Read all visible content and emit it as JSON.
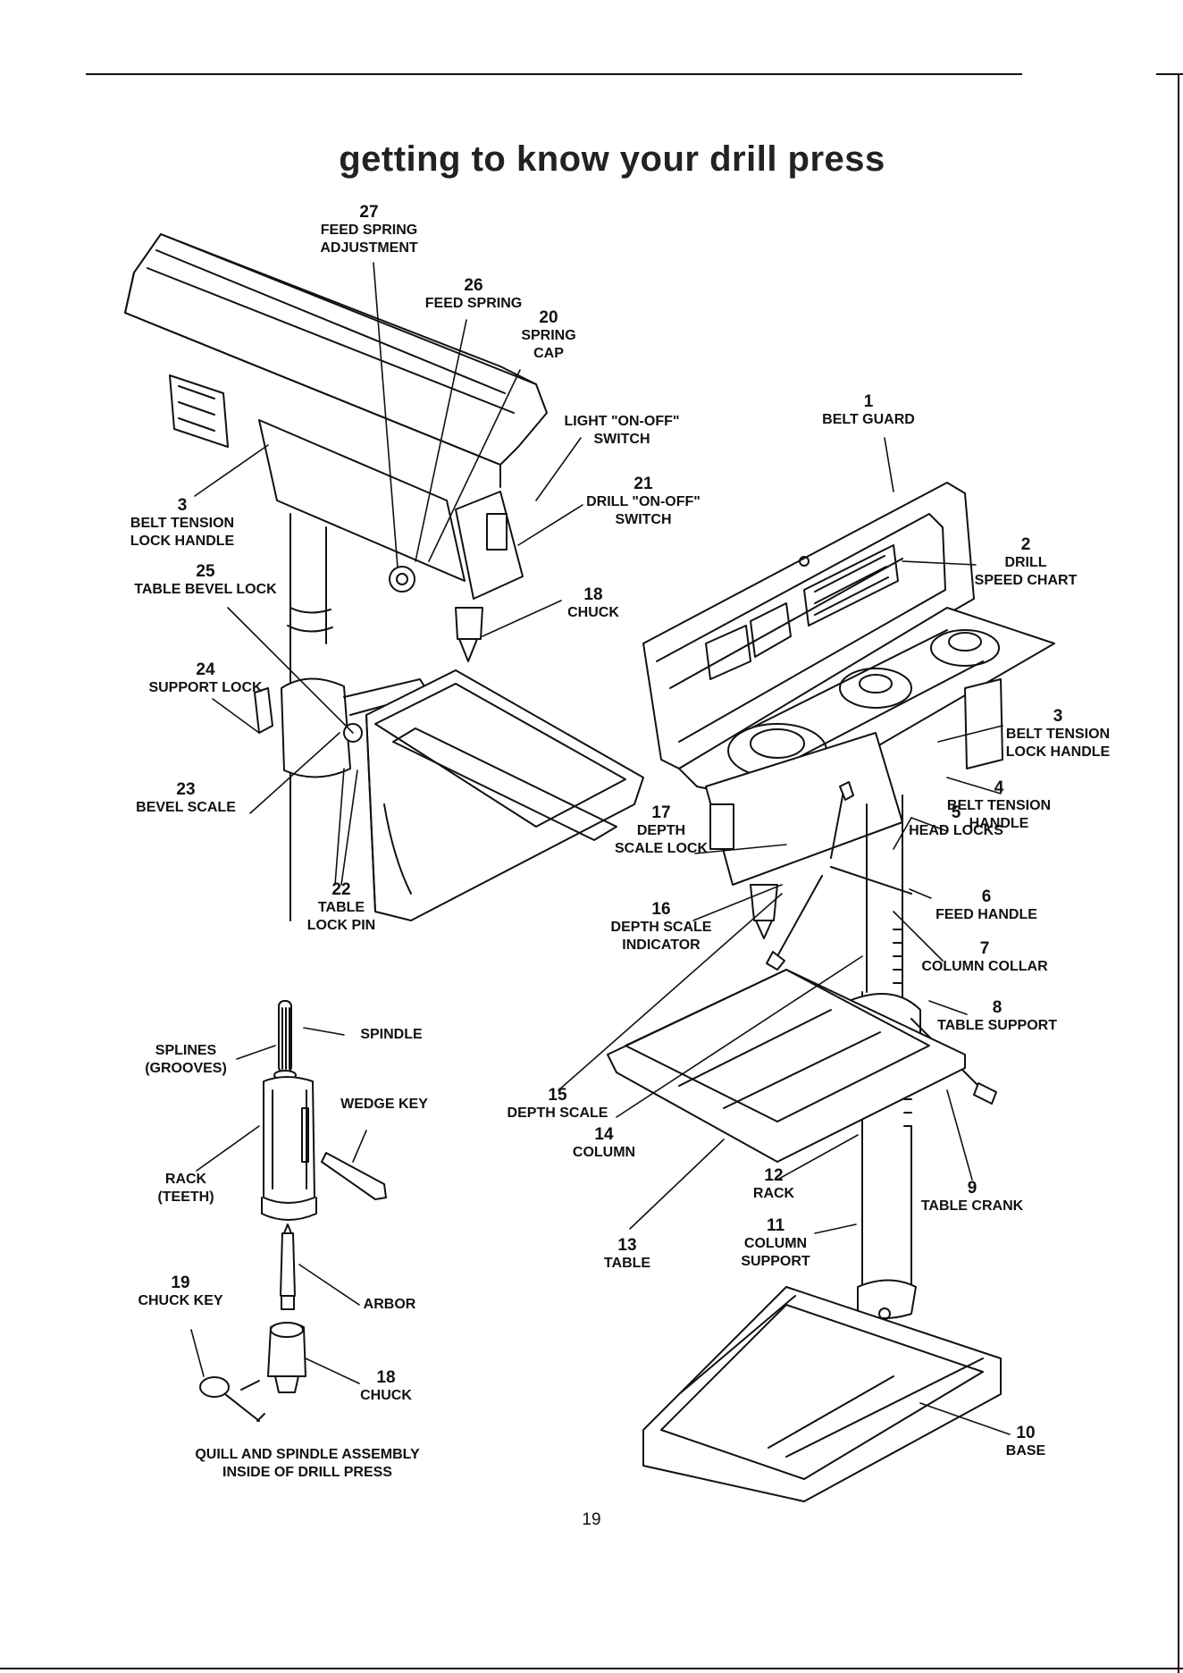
{
  "title": "getting to know your drill press",
  "page_number": "19",
  "callouts": {
    "c27": {
      "num": "27",
      "text1": "FEED SPRING",
      "text2": "ADJUSTMENT"
    },
    "c26": {
      "num": "26",
      "text1": "FEED SPRING"
    },
    "c20": {
      "num": "20",
      "text1": "SPRING",
      "text2": "CAP"
    },
    "light": {
      "text1": "LIGHT \"ON-OFF\"",
      "text2": "SWITCH"
    },
    "c21": {
      "num": "21",
      "text1": "DRILL \"ON-OFF\"",
      "text2": "SWITCH"
    },
    "c1": {
      "num": "1",
      "text1": "BELT GUARD"
    },
    "c2": {
      "num": "2",
      "text1": "DRILL",
      "text2": "SPEED CHART"
    },
    "c3a": {
      "num": "3",
      "text1": "BELT TENSION",
      "text2": "LOCK HANDLE"
    },
    "c25": {
      "num": "25",
      "text1": "TABLE BEVEL LOCK"
    },
    "c18a": {
      "num": "18",
      "text1": "CHUCK"
    },
    "c24": {
      "num": "24",
      "text1": "SUPPORT LOCK"
    },
    "c3b": {
      "num": "3",
      "text1": "BELT TENSION",
      "text2": "LOCK HANDLE"
    },
    "c4": {
      "num": "4",
      "text1": "BELT TENSION",
      "text2": "HANDLE"
    },
    "c23": {
      "num": "23",
      "text1": "BEVEL SCALE"
    },
    "c5": {
      "num": "5",
      "text1": "HEAD LOCKS"
    },
    "c17": {
      "num": "17",
      "text1": "DEPTH",
      "text2": "SCALE LOCK"
    },
    "c6": {
      "num": "6",
      "text1": "FEED HANDLE"
    },
    "c22": {
      "num": "22",
      "text1": "TABLE",
      "text2": "LOCK PIN"
    },
    "c16": {
      "num": "16",
      "text1": "DEPTH SCALE",
      "text2": "INDICATOR"
    },
    "c7": {
      "num": "7",
      "text1": "COLUMN COLLAR"
    },
    "c8": {
      "num": "8",
      "text1": "TABLE SUPPORT"
    },
    "c15": {
      "num": "15",
      "text1": "DEPTH SCALE"
    },
    "c14": {
      "num": "14",
      "text1": "COLUMN"
    },
    "c12": {
      "num": "12",
      "text1": "RACK"
    },
    "c9": {
      "num": "9",
      "text1": "TABLE CRANK"
    },
    "c13": {
      "num": "13",
      "text1": "TABLE"
    },
    "c11": {
      "num": "11",
      "text1": "COLUMN",
      "text2": "SUPPORT"
    },
    "c10": {
      "num": "10",
      "text1": "BASE"
    },
    "c19": {
      "num": "19",
      "text1": "CHUCK KEY"
    },
    "c18b": {
      "num": "18",
      "text1": "CHUCK"
    }
  },
  "quill": {
    "spindle": "SPINDLE",
    "splines1": "SPLINES",
    "splines2": "(GROOVES)",
    "wedge_key": "WEDGE KEY",
    "rack1": "RACK",
    "rack2": "(TEETH)",
    "arbor": "ARBOR",
    "caption1": "QUILL AND SPINDLE ASSEMBLY",
    "caption2": "INSIDE OF DRILL PRESS"
  }
}
